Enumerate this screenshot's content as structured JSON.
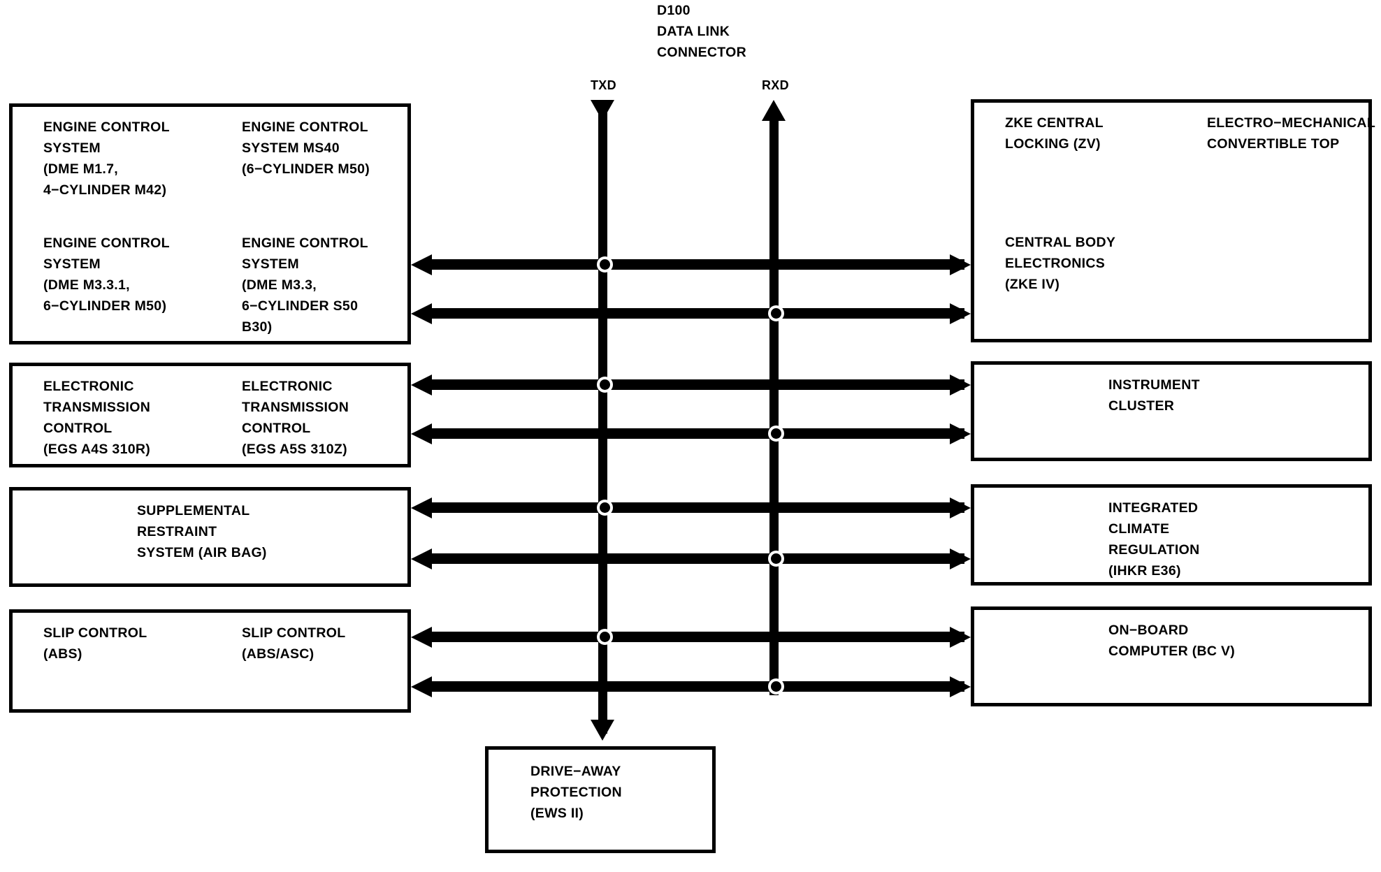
{
  "diagram": {
    "title_block": "D100\nDATA LINK\nCONNECTOR",
    "bus_labels": {
      "txd": "TXD",
      "rxd": "RXD"
    },
    "left_boxes": [
      {
        "name": "engine-control",
        "columns": [
          "ENGINE CONTROL\nSYSTEM\n(DME M1.7,\n4−CYLINDER M42)",
          "ENGINE CONTROL\nSYSTEM MS40\n(6−CYLINDER M50)"
        ],
        "columns_lower": [
          "ENGINE CONTROL\nSYSTEM\n(DME M3.3.1,\n6−CYLINDER M50)",
          "ENGINE CONTROL\nSYSTEM\n(DME M3.3,\n6−CYLINDER S50\nB30)"
        ]
      },
      {
        "name": "transmission-control",
        "columns": [
          "ELECTRONIC\nTRANSMISSION\nCONTROL\n(EGS A4S 310R)",
          "ELECTRONIC\nTRANSMISSION\nCONTROL\n(EGS A5S 310Z)"
        ]
      },
      {
        "name": "restraint-system",
        "columns": [
          "SUPPLEMENTAL\nRESTRAINT\nSYSTEM (AIR BAG)"
        ]
      },
      {
        "name": "slip-control",
        "columns": [
          "SLIP CONTROL\n(ABS)",
          "SLIP CONTROL\n(ABS/ASC)"
        ]
      }
    ],
    "right_boxes": [
      {
        "name": "body-electronics",
        "columns": [
          "ZKE CENTRAL\nLOCKING (ZV)",
          "ELECTRO−MECHANICAL\nCONVERTIBLE TOP"
        ],
        "columns_lower": [
          "CENTRAL BODY\nELECTRONICS\n(ZKE IV)"
        ]
      },
      {
        "name": "instrument-cluster",
        "columns": [
          "INSTRUMENT\nCLUSTER"
        ]
      },
      {
        "name": "climate-regulation",
        "columns": [
          "INTEGRATED\nCLIMATE\nREGULATION\n(IHKR E36)"
        ]
      },
      {
        "name": "on-board-computer",
        "columns": [
          "ON−BOARD\nCOMPUTER (BC V)"
        ]
      }
    ],
    "bottom_box": {
      "name": "drive-away-protection",
      "columns": [
        "DRIVE−AWAY\nPROTECTION\n(EWS II)"
      ]
    },
    "colors": {
      "line": "#000000",
      "background": "#ffffff"
    }
  }
}
